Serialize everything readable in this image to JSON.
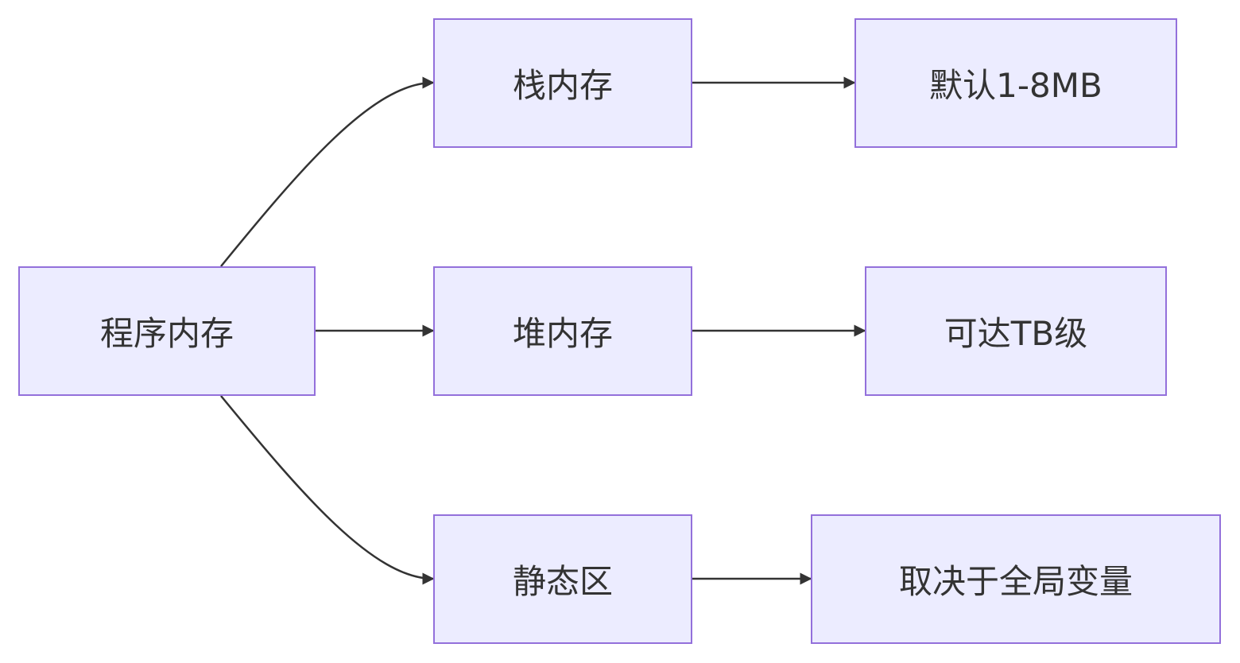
{
  "nodes": {
    "program": {
      "label": "程序内存"
    },
    "stack": {
      "label": "栈内存"
    },
    "heap": {
      "label": "堆内存"
    },
    "static": {
      "label": "静态区"
    },
    "stack_size": {
      "label": "默认1-8MB"
    },
    "heap_size": {
      "label": "可达TB级"
    },
    "static_size": {
      "label": "取决于全局变量"
    }
  },
  "edges": [
    {
      "from": "program",
      "to": "stack"
    },
    {
      "from": "program",
      "to": "heap"
    },
    {
      "from": "program",
      "to": "static"
    },
    {
      "from": "stack",
      "to": "stack_size"
    },
    {
      "from": "heap",
      "to": "heap_size"
    },
    {
      "from": "static",
      "to": "static_size"
    }
  ],
  "colors": {
    "node_fill": "#ECECFF",
    "node_border": "#9370DB",
    "edge": "#333333",
    "text": "#333333"
  }
}
